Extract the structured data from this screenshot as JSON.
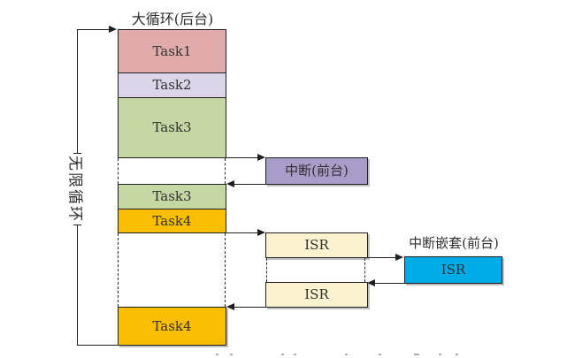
{
  "figure": {
    "background_loop": {
      "title": "大循环(后台)",
      "infinite_loop_label": "无限循环",
      "blocks": [
        {
          "label": "Task1",
          "color": "#e2abab"
        },
        {
          "label": "Task2",
          "color": "#dcd5e9"
        },
        {
          "label": "Task3",
          "color": "#c5d7a3"
        },
        {
          "label": "Task3",
          "color": "#c5d7a3"
        },
        {
          "label": "Task4",
          "color": "#fcbe00"
        },
        {
          "label": "Task4",
          "color": "#fcbe00"
        }
      ]
    },
    "foreground": {
      "interrupt_box": {
        "label": "中断(前台)",
        "color": "#a99cc8"
      },
      "isr_box_1": {
        "label": "ISR",
        "color": "#fcf2cf"
      },
      "isr_box_2": {
        "label": "ISR",
        "color": "#fcf2cf"
      },
      "nested_interrupt": {
        "title": "中断嵌套(前台)",
        "isr_box": {
          "label": "ISR",
          "color": "#00ace8"
        }
      }
    },
    "colors": {
      "line": "#1f1f1f",
      "text": "#303030"
    }
  }
}
